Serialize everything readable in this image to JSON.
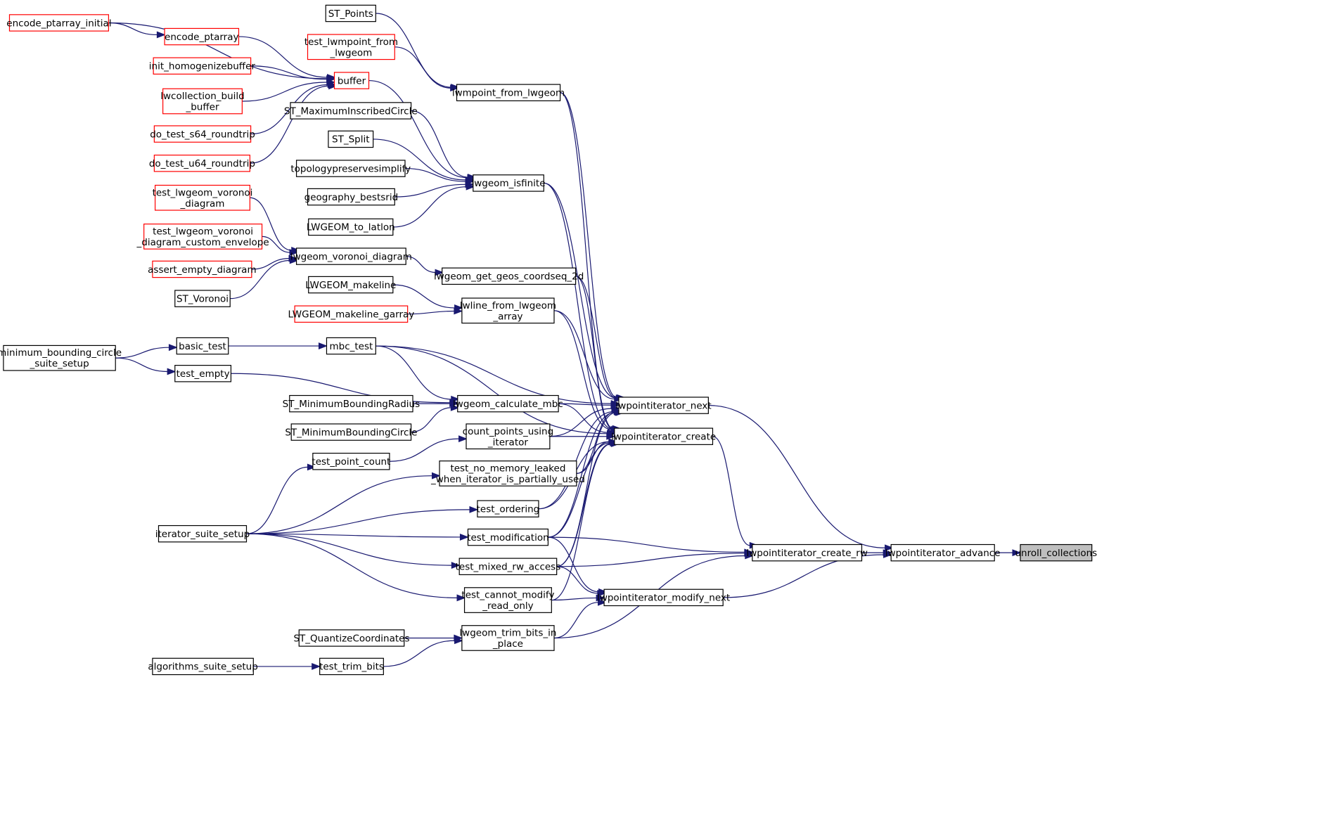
{
  "graph": {
    "type": "call-graph",
    "colors": {
      "edge": "#191970",
      "border_default": "#000000",
      "border_truncated": "#ff0000",
      "fill_default": "#ffffff",
      "fill_focus": "#bfbfbf",
      "text": "#000000"
    },
    "nodes": [
      {
        "id": "unroll_collections",
        "lines": [
          "unroll_collections"
        ],
        "style": "focus"
      },
      {
        "id": "lwpointiterator_advance",
        "lines": [
          "lwpointiterator_advance"
        ],
        "style": "default"
      },
      {
        "id": "lwpointiterator_next",
        "lines": [
          "lwpointiterator_next"
        ],
        "style": "default"
      },
      {
        "id": "lwpointiterator_create_rw",
        "lines": [
          "lwpointiterator_create_rw"
        ],
        "style": "default"
      },
      {
        "id": "lwpointiterator_modify_next",
        "lines": [
          "lwpointiterator_modify_next"
        ],
        "style": "default"
      },
      {
        "id": "lwpointiterator_create",
        "lines": [
          "lwpointiterator_create"
        ],
        "style": "default"
      },
      {
        "id": "lwmpoint_from_lwgeom",
        "lines": [
          "lwmpoint_from_lwgeom"
        ],
        "style": "default"
      },
      {
        "id": "lwgeom_isfinite",
        "lines": [
          "lwgeom_isfinite"
        ],
        "style": "default"
      },
      {
        "id": "lwgeom_get_geos_coordseq_2d",
        "lines": [
          "lwgeom_get_geos_coordseq_2d"
        ],
        "style": "default"
      },
      {
        "id": "lwline_from_lwgeom_array",
        "lines": [
          "lwline_from_lwgeom",
          "_array"
        ],
        "style": "default"
      },
      {
        "id": "mbc_test",
        "lines": [
          "mbc_test"
        ],
        "style": "default"
      },
      {
        "id": "lwgeom_calculate_mbc",
        "lines": [
          "lwgeom_calculate_mbc"
        ],
        "style": "default"
      },
      {
        "id": "count_points_using_iterator",
        "lines": [
          "count_points_using",
          "_iterator"
        ],
        "style": "default"
      },
      {
        "id": "test_no_memory_leaked",
        "lines": [
          "test_no_memory_leaked",
          "_when_iterator_is_partially_used"
        ],
        "style": "default"
      },
      {
        "id": "test_ordering",
        "lines": [
          "test_ordering"
        ],
        "style": "default"
      },
      {
        "id": "test_modification",
        "lines": [
          "test_modification"
        ],
        "style": "default"
      },
      {
        "id": "test_mixed_rw_access",
        "lines": [
          "test_mixed_rw_access"
        ],
        "style": "default"
      },
      {
        "id": "test_cannot_modify_read_only",
        "lines": [
          "test_cannot_modify",
          "_read_only"
        ],
        "style": "default"
      },
      {
        "id": "lwgeom_trim_bits_in_place",
        "lines": [
          "lwgeom_trim_bits_in",
          "_place"
        ],
        "style": "default"
      },
      {
        "id": "ST_Points",
        "lines": [
          "ST_Points"
        ],
        "style": "default"
      },
      {
        "id": "test_lwmpoint_from_lwgeom",
        "lines": [
          "test_lwmpoint_from",
          "_lwgeom"
        ],
        "style": "truncated"
      },
      {
        "id": "buffer",
        "lines": [
          "buffer"
        ],
        "style": "truncated"
      },
      {
        "id": "encode_ptarray_initial",
        "lines": [
          "encode_ptarray_initial"
        ],
        "style": "truncated"
      },
      {
        "id": "encode_ptarray",
        "lines": [
          "encode_ptarray"
        ],
        "style": "truncated"
      },
      {
        "id": "init_homogenizebuffer",
        "lines": [
          "init_homogenizebuffer"
        ],
        "style": "truncated"
      },
      {
        "id": "lwcollection_build_buffer",
        "lines": [
          "lwcollection_build",
          "_buffer"
        ],
        "style": "truncated"
      },
      {
        "id": "do_test_s64_roundtrip",
        "lines": [
          "do_test_s64_roundtrip"
        ],
        "style": "truncated"
      },
      {
        "id": "do_test_u64_roundtrip",
        "lines": [
          "do_test_u64_roundtrip"
        ],
        "style": "truncated"
      },
      {
        "id": "ST_MaximumInscribedCircle",
        "lines": [
          "ST_MaximumInscribedCircle"
        ],
        "style": "default"
      },
      {
        "id": "ST_Split",
        "lines": [
          "ST_Split"
        ],
        "style": "default"
      },
      {
        "id": "topologypreservesimplify",
        "lines": [
          "topologypreservesimplify"
        ],
        "style": "default"
      },
      {
        "id": "geography_bestsrid",
        "lines": [
          "geography_bestsrid"
        ],
        "style": "default"
      },
      {
        "id": "LWGEOM_to_latlon",
        "lines": [
          "LWGEOM_to_latlon"
        ],
        "style": "default"
      },
      {
        "id": "lwgeom_voronoi_diagram",
        "lines": [
          "lwgeom_voronoi_diagram"
        ],
        "style": "default"
      },
      {
        "id": "test_lwgeom_voronoi_diagram",
        "lines": [
          "test_lwgeom_voronoi",
          "_diagram"
        ],
        "style": "truncated"
      },
      {
        "id": "test_lwgeom_voronoi_diagram_custom_envelope",
        "lines": [
          "test_lwgeom_voronoi",
          "_diagram_custom_envelope"
        ],
        "style": "truncated"
      },
      {
        "id": "assert_empty_diagram",
        "lines": [
          "assert_empty_diagram"
        ],
        "style": "truncated"
      },
      {
        "id": "ST_Voronoi",
        "lines": [
          "ST_Voronoi"
        ],
        "style": "default"
      },
      {
        "id": "LWGEOM_makeline",
        "lines": [
          "LWGEOM_makeline"
        ],
        "style": "default"
      },
      {
        "id": "LWGEOM_makeline_garray",
        "lines": [
          "LWGEOM_makeline_garray"
        ],
        "style": "truncated"
      },
      {
        "id": "basic_test",
        "lines": [
          "basic_test"
        ],
        "style": "default"
      },
      {
        "id": "test_empty",
        "lines": [
          "test_empty"
        ],
        "style": "default"
      },
      {
        "id": "minimum_bounding_circle_suite_setup",
        "lines": [
          "minimum_bounding_circle",
          "_suite_setup"
        ],
        "style": "default"
      },
      {
        "id": "ST_MinimumBoundingRadius",
        "lines": [
          "ST_MinimumBoundingRadius"
        ],
        "style": "default"
      },
      {
        "id": "ST_MinimumBoundingCircle",
        "lines": [
          "ST_MinimumBoundingCircle"
        ],
        "style": "default"
      },
      {
        "id": "test_point_count",
        "lines": [
          "test_point_count"
        ],
        "style": "default"
      },
      {
        "id": "iterator_suite_setup",
        "lines": [
          "iterator_suite_setup"
        ],
        "style": "default"
      },
      {
        "id": "ST_QuantizeCoordinates",
        "lines": [
          "ST_QuantizeCoordinates"
        ],
        "style": "default"
      },
      {
        "id": "test_trim_bits",
        "lines": [
          "test_trim_bits"
        ],
        "style": "default"
      },
      {
        "id": "algorithms_suite_setup",
        "lines": [
          "algorithms_suite_setup"
        ],
        "style": "default"
      }
    ],
    "edges": [
      [
        "lwpointiterator_advance",
        "unroll_collections"
      ],
      [
        "lwpointiterator_next",
        "lwpointiterator_advance"
      ],
      [
        "lwpointiterator_create_rw",
        "lwpointiterator_advance"
      ],
      [
        "lwpointiterator_modify_next",
        "lwpointiterator_advance"
      ],
      [
        "lwpointiterator_create",
        "lwpointiterator_create_rw"
      ],
      [
        "test_modification",
        "lwpointiterator_create_rw"
      ],
      [
        "test_mixed_rw_access",
        "lwpointiterator_create_rw"
      ],
      [
        "lwgeom_trim_bits_in_place",
        "lwpointiterator_create_rw"
      ],
      [
        "test_modification",
        "lwpointiterator_modify_next"
      ],
      [
        "test_mixed_rw_access",
        "lwpointiterator_modify_next"
      ],
      [
        "test_cannot_modify_read_only",
        "lwpointiterator_modify_next"
      ],
      [
        "lwgeom_trim_bits_in_place",
        "lwpointiterator_modify_next"
      ],
      [
        "lwmpoint_from_lwgeom",
        "lwpointiterator_next"
      ],
      [
        "lwgeom_isfinite",
        "lwpointiterator_next"
      ],
      [
        "lwgeom_get_geos_coordseq_2d",
        "lwpointiterator_next"
      ],
      [
        "lwline_from_lwgeom_array",
        "lwpointiterator_next"
      ],
      [
        "mbc_test",
        "lwpointiterator_next"
      ],
      [
        "lwgeom_calculate_mbc",
        "lwpointiterator_next"
      ],
      [
        "count_points_using_iterator",
        "lwpointiterator_next"
      ],
      [
        "test_no_memory_leaked",
        "lwpointiterator_next"
      ],
      [
        "test_ordering",
        "lwpointiterator_next"
      ],
      [
        "test_modification",
        "lwpointiterator_next"
      ],
      [
        "test_mixed_rw_access",
        "lwpointiterator_next"
      ],
      [
        "lwmpoint_from_lwgeom",
        "lwpointiterator_create"
      ],
      [
        "lwgeom_isfinite",
        "lwpointiterator_create"
      ],
      [
        "lwgeom_get_geos_coordseq_2d",
        "lwpointiterator_create"
      ],
      [
        "lwline_from_lwgeom_array",
        "lwpointiterator_create"
      ],
      [
        "mbc_test",
        "lwpointiterator_create"
      ],
      [
        "lwgeom_calculate_mbc",
        "lwpointiterator_create"
      ],
      [
        "count_points_using_iterator",
        "lwpointiterator_create"
      ],
      [
        "test_no_memory_leaked",
        "lwpointiterator_create"
      ],
      [
        "test_ordering",
        "lwpointiterator_create"
      ],
      [
        "test_modification",
        "lwpointiterator_create"
      ],
      [
        "test_mixed_rw_access",
        "lwpointiterator_create"
      ],
      [
        "test_cannot_modify_read_only",
        "lwpointiterator_create"
      ],
      [
        "ST_Points",
        "lwmpoint_from_lwgeom"
      ],
      [
        "test_lwmpoint_from_lwgeom",
        "lwmpoint_from_lwgeom"
      ],
      [
        "buffer",
        "lwgeom_isfinite"
      ],
      [
        "ST_MaximumInscribedCircle",
        "lwgeom_isfinite"
      ],
      [
        "ST_Split",
        "lwgeom_isfinite"
      ],
      [
        "topologypreservesimplify",
        "lwgeom_isfinite"
      ],
      [
        "geography_bestsrid",
        "lwgeom_isfinite"
      ],
      [
        "LWGEOM_to_latlon",
        "lwgeom_isfinite"
      ],
      [
        "encode_ptarray_initial",
        "encode_ptarray"
      ],
      [
        "encode_ptarray_initial",
        "buffer"
      ],
      [
        "encode_ptarray",
        "buffer"
      ],
      [
        "init_homogenizebuffer",
        "buffer"
      ],
      [
        "lwcollection_build_buffer",
        "buffer"
      ],
      [
        "do_test_s64_roundtrip",
        "buffer"
      ],
      [
        "do_test_u64_roundtrip",
        "buffer"
      ],
      [
        "lwgeom_voronoi_diagram",
        "lwgeom_get_geos_coordseq_2d"
      ],
      [
        "test_lwgeom_voronoi_diagram",
        "lwgeom_voronoi_diagram"
      ],
      [
        "test_lwgeom_voronoi_diagram_custom_envelope",
        "lwgeom_voronoi_diagram"
      ],
      [
        "assert_empty_diagram",
        "lwgeom_voronoi_diagram"
      ],
      [
        "ST_Voronoi",
        "lwgeom_voronoi_diagram"
      ],
      [
        "LWGEOM_makeline",
        "lwline_from_lwgeom_array"
      ],
      [
        "LWGEOM_makeline_garray",
        "lwline_from_lwgeom_array"
      ],
      [
        "mbc_test",
        "lwgeom_calculate_mbc"
      ],
      [
        "basic_test",
        "mbc_test"
      ],
      [
        "test_empty",
        "lwgeom_calculate_mbc"
      ],
      [
        "minimum_bounding_circle_suite_setup",
        "basic_test"
      ],
      [
        "minimum_bounding_circle_suite_setup",
        "test_empty"
      ],
      [
        "ST_MinimumBoundingRadius",
        "lwgeom_calculate_mbc"
      ],
      [
        "ST_MinimumBoundingCircle",
        "lwgeom_calculate_mbc"
      ],
      [
        "test_point_count",
        "count_points_using_iterator"
      ],
      [
        "iterator_suite_setup",
        "test_point_count"
      ],
      [
        "iterator_suite_setup",
        "test_no_memory_leaked"
      ],
      [
        "iterator_suite_setup",
        "test_ordering"
      ],
      [
        "iterator_suite_setup",
        "test_modification"
      ],
      [
        "iterator_suite_setup",
        "test_mixed_rw_access"
      ],
      [
        "iterator_suite_setup",
        "test_cannot_modify_read_only"
      ],
      [
        "ST_QuantizeCoordinates",
        "lwgeom_trim_bits_in_place"
      ],
      [
        "test_trim_bits",
        "lwgeom_trim_bits_in_place"
      ],
      [
        "algorithms_suite_setup",
        "test_trim_bits"
      ]
    ]
  }
}
